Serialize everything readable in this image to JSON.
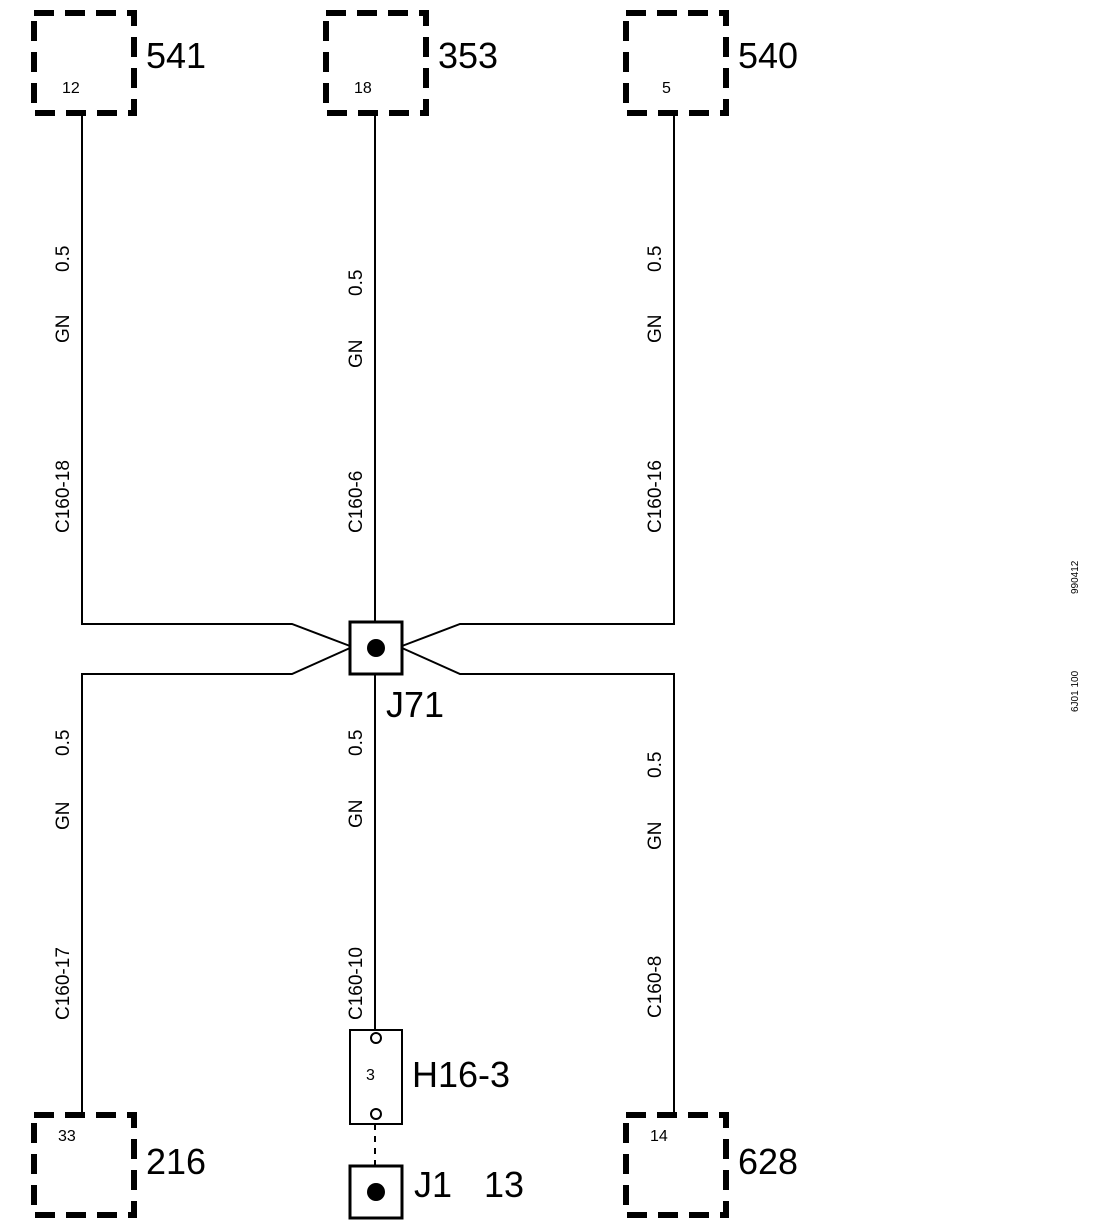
{
  "connectors": [
    {
      "name": "541",
      "pin": "12"
    },
    {
      "name": "353",
      "pin": "18"
    },
    {
      "name": "540",
      "pin": "5"
    },
    {
      "name": "216",
      "pin": "33"
    },
    {
      "name": "628",
      "pin": "14"
    }
  ],
  "wires": [
    {
      "size": "0.5",
      "color": "GN",
      "circuit": "C160-18"
    },
    {
      "size": "0.5",
      "color": "GN",
      "circuit": "C160-6"
    },
    {
      "size": "0.5",
      "color": "GN",
      "circuit": "C160-16"
    },
    {
      "size": "0.5",
      "color": "GN",
      "circuit": "C160-17"
    },
    {
      "size": "0.5",
      "color": "GN",
      "circuit": "C160-10"
    },
    {
      "size": "0.5",
      "color": "GN",
      "circuit": "C160-8"
    }
  ],
  "splice": {
    "label": "J71"
  },
  "connector_h16": {
    "label": "H16-3",
    "pin": "3"
  },
  "ground": {
    "label": "J1",
    "pin": "13"
  },
  "margin_codes": [
    "990412",
    "6J01 100"
  ]
}
